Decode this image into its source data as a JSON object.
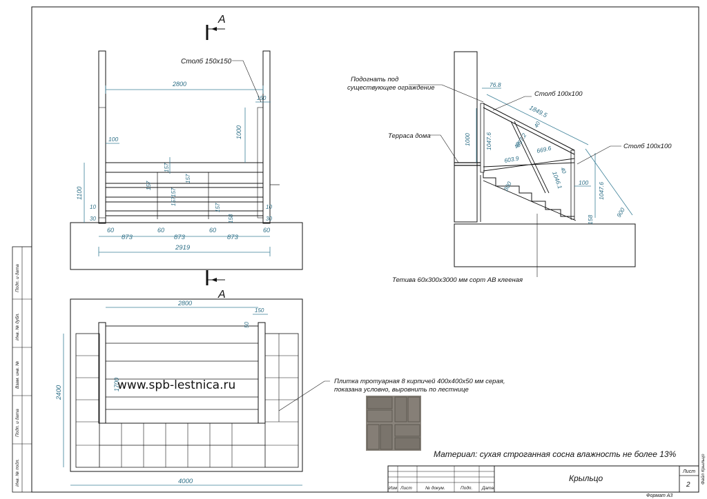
{
  "sections": {
    "marker": "А"
  },
  "front_view": {
    "post_label": "Столб 150х150",
    "dims": {
      "overall_width": "2800",
      "post_size": "150",
      "rail_height": "1000",
      "baluster_gap": "100",
      "total_height": "1100",
      "step_157_a": "157",
      "step_157_b": "157",
      "step_157_c": "157",
      "step_157_d": "157",
      "step_157_e": "157",
      "step_158": "158",
      "offset_10_a": "10",
      "offset_10_b": "10",
      "offset_30_a": "30",
      "offset_30_b": "30",
      "gap_60_a": "60",
      "gap_60_b": "60",
      "gap_60_c": "60",
      "gap_60_d": "60",
      "span_873_a": "873",
      "span_873_b": "873",
      "span_873_c": "873",
      "base_width": "2919"
    }
  },
  "side_view": {
    "fit_note_line1": "Подогнать под",
    "fit_note_line2": "существующее ограждение",
    "terrace_label": "Терраса дома",
    "post_label_top": "Столб 100х100",
    "post_label_right": "Столб 100х100",
    "stringer_label": "Тетива 60х300х3000 мм сорт АВ клееная",
    "dims": {
      "d76_8": "76.8",
      "d1849_5": "1849.5",
      "d40_a": "40",
      "d1047_6_a": "1047.6",
      "d1000": "1000",
      "d857_2": "857.2",
      "d40_b": "40",
      "d669_6": "669.6",
      "d603_9": "603.9",
      "d40_c": "40",
      "d1046_1": "1046.1",
      "d100": "100",
      "d1047_6_b": "1047.6",
      "d300": "300",
      "d900": "900",
      "d158": "158"
    }
  },
  "plan_view": {
    "dims": {
      "width": "2800",
      "post": "150",
      "offset": "50",
      "depth": "1700",
      "height": "2400",
      "base": "4000"
    },
    "tile_note_line1": "Плитка тротуарная 8 кирпичей 400х400х50 мм серая,",
    "tile_note_line2": "показана условно, выровнить по лестнице"
  },
  "watermark": "www.spb-lestnica.ru",
  "material": "Материал: сухая строганная сосна влажность не более 13%",
  "title_block": {
    "title": "Крыльцо",
    "sheet_label": "Лист",
    "sheet_number": "2",
    "columns": [
      "Изм",
      "Лист",
      "№ докум.",
      "Подп.",
      "Дата"
    ],
    "file_label": "Файл Крыльцо",
    "format": "Формат А3"
  },
  "side_margin": [
    "Подп. и дата",
    "Инв. № дубл.",
    "Взам. инв. №",
    "Подп. и дата",
    "Инв. № подл."
  ],
  "colors": {
    "dimension": "#2c6e86",
    "lines": "#111111",
    "tile": "#7d7770"
  }
}
